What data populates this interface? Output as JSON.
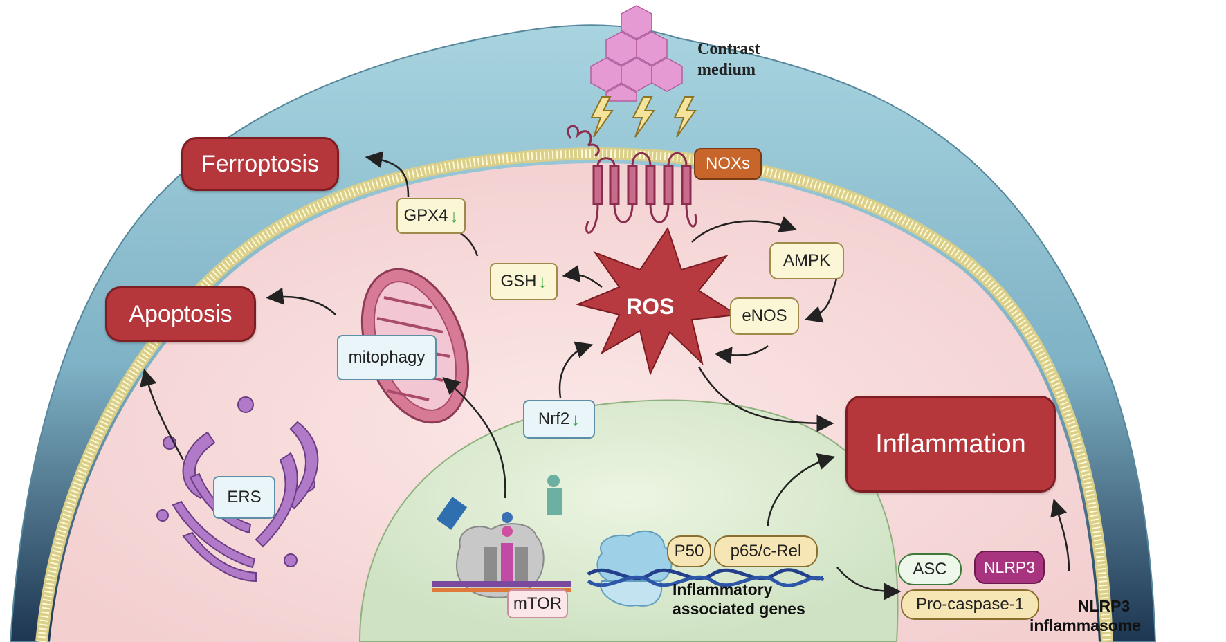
{
  "labels": {
    "contrast_medium_line1": "Contrast",
    "contrast_medium_line2": "medium",
    "noxs": "NOXs",
    "ferroptosis": "Ferroptosis",
    "apoptosis": "Apoptosis",
    "gpx4": "GPX4",
    "gsh": "GSH",
    "ros": "ROS",
    "ampk": "AMPK",
    "enos": "eNOS",
    "mitophagy": "mitophagy",
    "nrf2": "Nrf2",
    "ers": "ERS",
    "inflammation": "Inflammation",
    "mtor": "mTOR",
    "p50": "P50",
    "p65": "p65/c-Rel",
    "genes_line1": "Inflammatory",
    "genes_line2": "associated genes",
    "asc": "ASC",
    "nlrp3": "NLRP3",
    "procaspase": "Pro-caspase-1",
    "inflammasome_line1": "NLRP3",
    "inflammasome_line2": "inflammasome",
    "down_arrow": "↓"
  },
  "colors": {
    "outer_cell": "#8fbfcf",
    "cytoplasm": "#f8dcdc",
    "nucleus": "#dcecd2",
    "outcome_box": "#b5373c",
    "ros_star": "#b73a40",
    "noxs_box": "#c8652a",
    "nlrp3_box": "#a8347f",
    "down_arrow": "#3ca94a"
  }
}
